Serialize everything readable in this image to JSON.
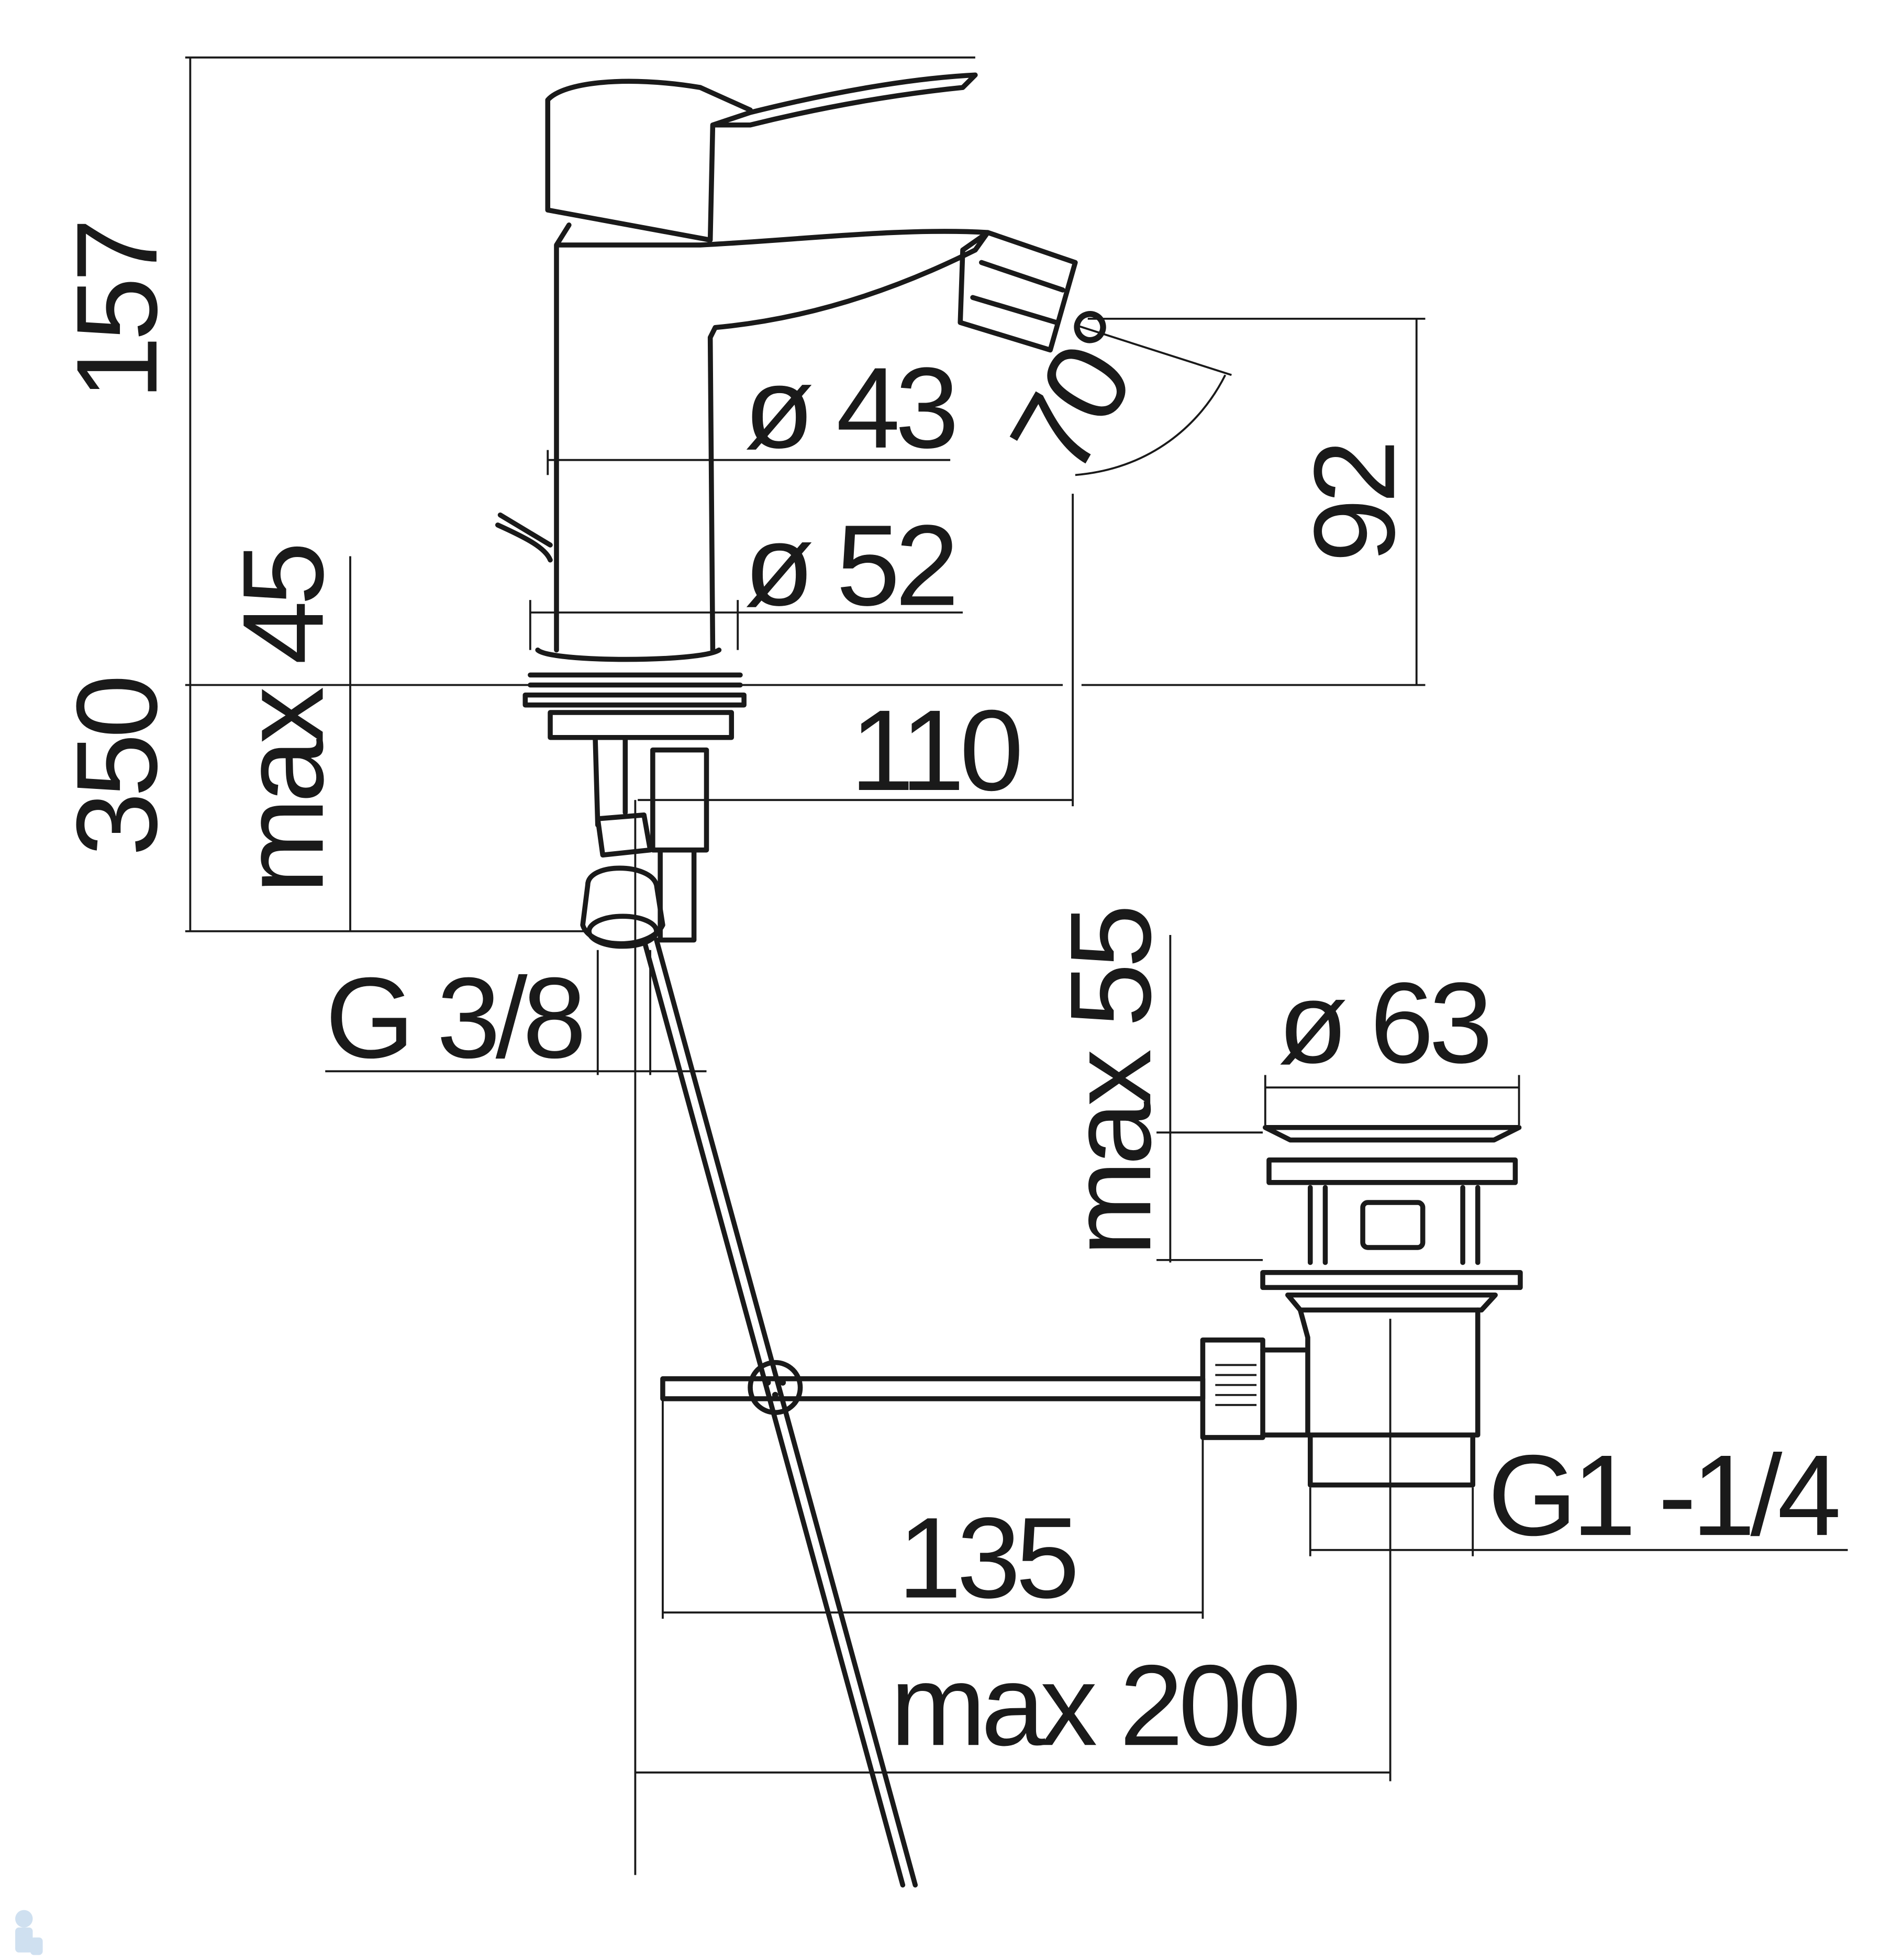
{
  "title": "Bidet mixer technical drawing",
  "dimensions": {
    "height_total": "157",
    "below_deck": "350",
    "deck_thickness": "max 45",
    "spout_height": "92",
    "dia_body": "ø 43",
    "dia_base": "ø 52",
    "spout_angle": "70°",
    "reach": "110",
    "connection": "G 3/8",
    "waste_deck": "max 55",
    "dia_waste": "ø 63",
    "rod_length": "135",
    "rod_max": "max 200",
    "waste_thread": "G1 -1/4"
  },
  "colors": {
    "line": "#1a1a1a",
    "logo": "#cfe0f0"
  }
}
